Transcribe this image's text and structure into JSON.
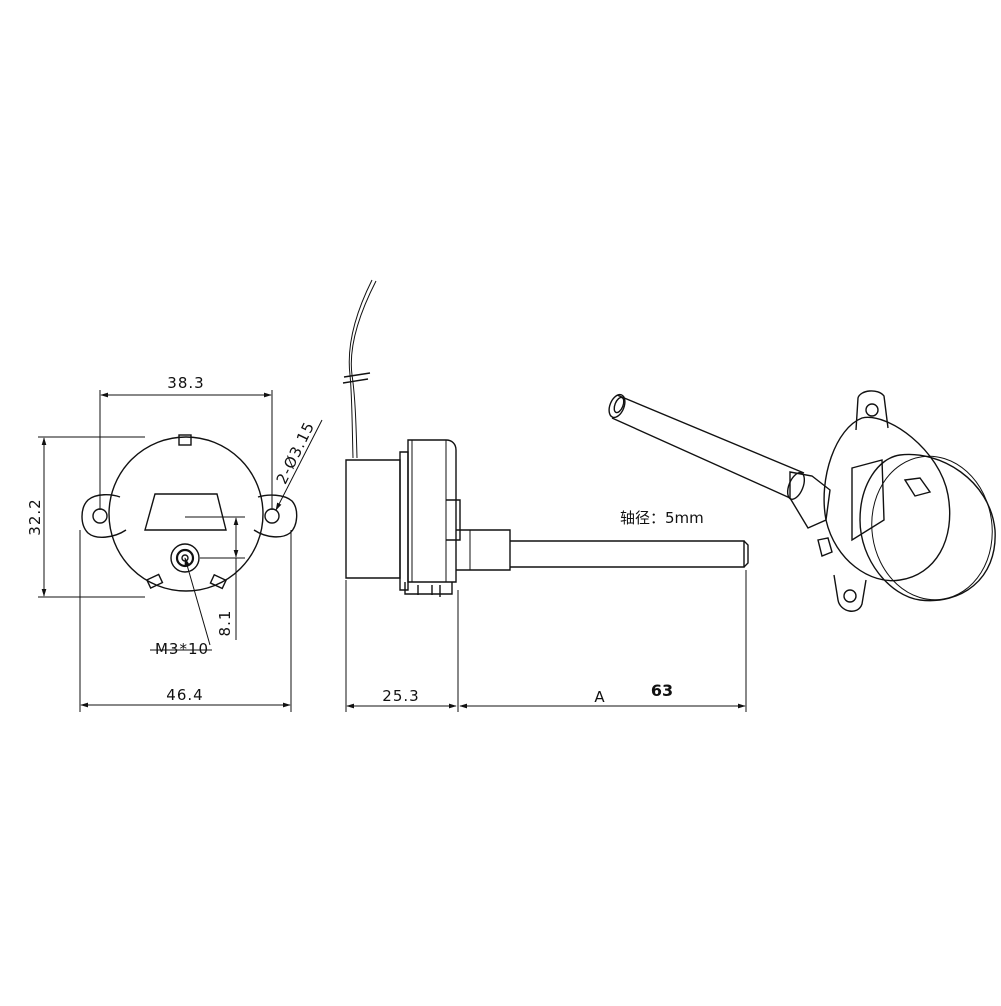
{
  "labels": {
    "width_top": "38.3",
    "height_left": "32.2",
    "hole_note": "2-Ø3.15",
    "offset_vertical": "8.1",
    "screw_note": "M3*10",
    "width_bottom": "46.4",
    "body_depth": "25.3",
    "shaft_letter": "A",
    "shaft_length": "63",
    "shaft_diameter_note": "轴径：5mm"
  }
}
